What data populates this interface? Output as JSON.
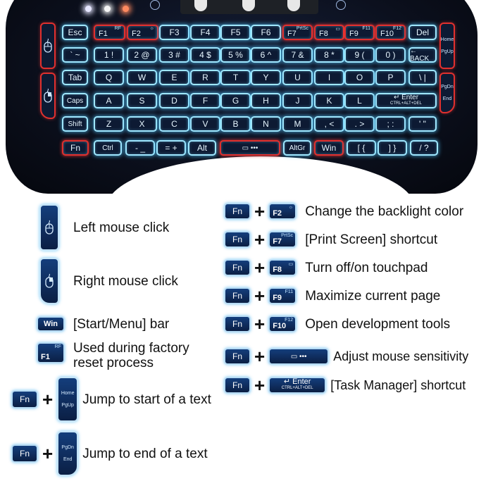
{
  "keyboard": {
    "leds": [
      "#e6e6ff",
      "#f5f5f5",
      "#ff8a60"
    ],
    "rows": [
      [
        {
          "label": "Esc"
        },
        {
          "label": "F1",
          "sub": "RF",
          "red": true
        },
        {
          "label": "F2",
          "sub": "☼",
          "red": true
        },
        {
          "label": "F3"
        },
        {
          "label": "F4"
        },
        {
          "label": "F5"
        },
        {
          "label": "F6"
        },
        {
          "label": "F7",
          "sub": "PrtSc",
          "red": true
        },
        {
          "label": "F8",
          "sub": "▭",
          "red": true
        },
        {
          "label": "F9",
          "sub": "F11",
          "red": true
        },
        {
          "label": "F10",
          "sub": "F12",
          "red": true
        },
        {
          "label": "Del"
        }
      ],
      [
        {
          "label": "` ~"
        },
        {
          "label": "1 !"
        },
        {
          "label": "2 @"
        },
        {
          "label": "3 #"
        },
        {
          "label": "4 $"
        },
        {
          "label": "5 %"
        },
        {
          "label": "6 ^"
        },
        {
          "label": "7 &"
        },
        {
          "label": "8 *"
        },
        {
          "label": "9 ("
        },
        {
          "label": "0 )"
        },
        {
          "label": "← BACK"
        }
      ],
      [
        {
          "label": "Tab"
        },
        {
          "label": "Q"
        },
        {
          "label": "W"
        },
        {
          "label": "E"
        },
        {
          "label": "R"
        },
        {
          "label": "T"
        },
        {
          "label": "Y"
        },
        {
          "label": "U"
        },
        {
          "label": "I"
        },
        {
          "label": "O"
        },
        {
          "label": "P"
        },
        {
          "label": "\\ |"
        }
      ],
      [
        {
          "label": "Caps"
        },
        {
          "label": "A"
        },
        {
          "label": "S"
        },
        {
          "label": "D"
        },
        {
          "label": "F"
        },
        {
          "label": "G"
        },
        {
          "label": "H"
        },
        {
          "label": "J"
        },
        {
          "label": "K"
        },
        {
          "label": "L"
        },
        {
          "label": "↵ Enter",
          "sub2": "CTRL+ALT+DEL"
        }
      ],
      [
        {
          "label": "Shift"
        },
        {
          "label": "Z"
        },
        {
          "label": "X"
        },
        {
          "label": "C"
        },
        {
          "label": "V"
        },
        {
          "label": "B"
        },
        {
          "label": "N"
        },
        {
          "label": "M"
        },
        {
          "label": ", <"
        },
        {
          "label": ". >"
        },
        {
          "label": "; :"
        },
        {
          "label": "' \""
        }
      ],
      [
        {
          "label": "Fn",
          "red": true
        },
        {
          "label": "Ctrl"
        },
        {
          "label": "- _"
        },
        {
          "label": "= +"
        },
        {
          "label": "Alt"
        },
        {
          "label": "▭ •••",
          "red": true
        },
        {
          "label": "AltGr"
        },
        {
          "label": "Win",
          "red": true
        },
        {
          "label": "[ {"
        },
        {
          "label": "] }"
        },
        {
          "label": "/ ?"
        }
      ]
    ],
    "side_left": [
      {
        "label": "left-mouse"
      },
      {
        "label": "right-mouse"
      }
    ],
    "side_right": [
      {
        "top": "Home",
        "bottom": "PgUp"
      },
      {
        "top": "PgDn",
        "bottom": "End"
      }
    ]
  },
  "legend_left": [
    {
      "keys": [
        "mouse-left"
      ],
      "text": "Left mouse click"
    },
    {
      "keys": [
        "mouse-right"
      ],
      "text": "Right mouse click"
    },
    {
      "keys": [
        "Win"
      ],
      "text": "[Start/Menu] bar"
    },
    {
      "keys": [
        "F1/RF"
      ],
      "text": "Used during factory",
      "text2": "reset process"
    },
    {
      "keys": [
        "Fn",
        "Home/PgUp"
      ],
      "text": "Jump to start of a text"
    },
    {
      "keys": [
        "Fn",
        "PgDn/End"
      ],
      "text": "Jump to end of a text"
    }
  ],
  "legend_right": [
    {
      "fn": "Fn",
      "key": "F2",
      "sub": "☼",
      "text": "Change the backlight color"
    },
    {
      "fn": "Fn",
      "key": "F7",
      "sub": "PrtSc",
      "text": "[Print Screen] shortcut"
    },
    {
      "fn": "Fn",
      "key": "F8",
      "sub": "▭",
      "text": "Turn off/on touchpad"
    },
    {
      "fn": "Fn",
      "key": "F9",
      "sub": "F11",
      "text": "Maximize current page"
    },
    {
      "fn": "Fn",
      "key": "F10",
      "sub": "F12",
      "text": "Open development tools"
    },
    {
      "fn": "Fn",
      "key": "▭ •••",
      "text": "Adjust mouse sensitivity"
    },
    {
      "fn": "Fn",
      "key": "↵ Enter",
      "sub2": "CTRL+ALT+DEL",
      "text": "[Task Manager] shortcut"
    }
  ],
  "labels": {
    "plus": "+",
    "fn": "Fn",
    "win": "Win",
    "f1": "F1",
    "rf": "RF",
    "home": "Home",
    "pgup": "PgUp",
    "pgdn": "PgDn",
    "end": "End",
    "enter": "↵ Enter",
    "ctrl_alt_del": "CTRL+ALT+DEL"
  }
}
